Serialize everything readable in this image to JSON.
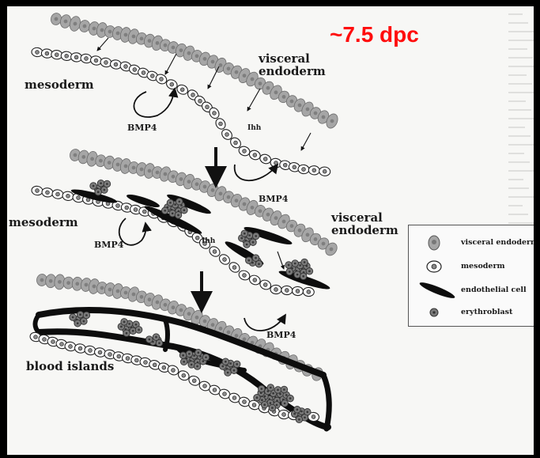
{
  "title": "~7.5 dpc",
  "labels": {
    "mesoderm_top": "mesoderm",
    "visceral_endoderm_top": "visceral\nendoderm",
    "bmp4_top_left": "BMP4",
    "ihh_top": "Ihh",
    "bmp4_top_right": "BMP4",
    "mesoderm_mid": "mesoderm",
    "visceral_endoderm_mid": "visceral\nendoderm",
    "bmp4_mid_left": "BMP4",
    "ihh_mid": "Ihh",
    "bmp4_mid_right": "BMP4",
    "blood_islands": "blood islands"
  },
  "legend": {
    "items": [
      {
        "label": "visceral endoderm",
        "icon": "visceral-endoderm-cell-icon"
      },
      {
        "label": "mesoderm",
        "icon": "mesoderm-cell-icon"
      },
      {
        "label": "endothelial cell",
        "icon": "endothelial-cell-icon"
      },
      {
        "label": "erythroblast",
        "icon": "erythroblast-icon"
      }
    ]
  },
  "colors": {
    "title": "#ff0d0d",
    "frame": "#000000",
    "paper": "#f7f7f5",
    "endoderm_fill": "#a6a6a6",
    "endothelial_fill": "#0d0d0d",
    "erythroblast_fill": "#7a7a7a"
  }
}
